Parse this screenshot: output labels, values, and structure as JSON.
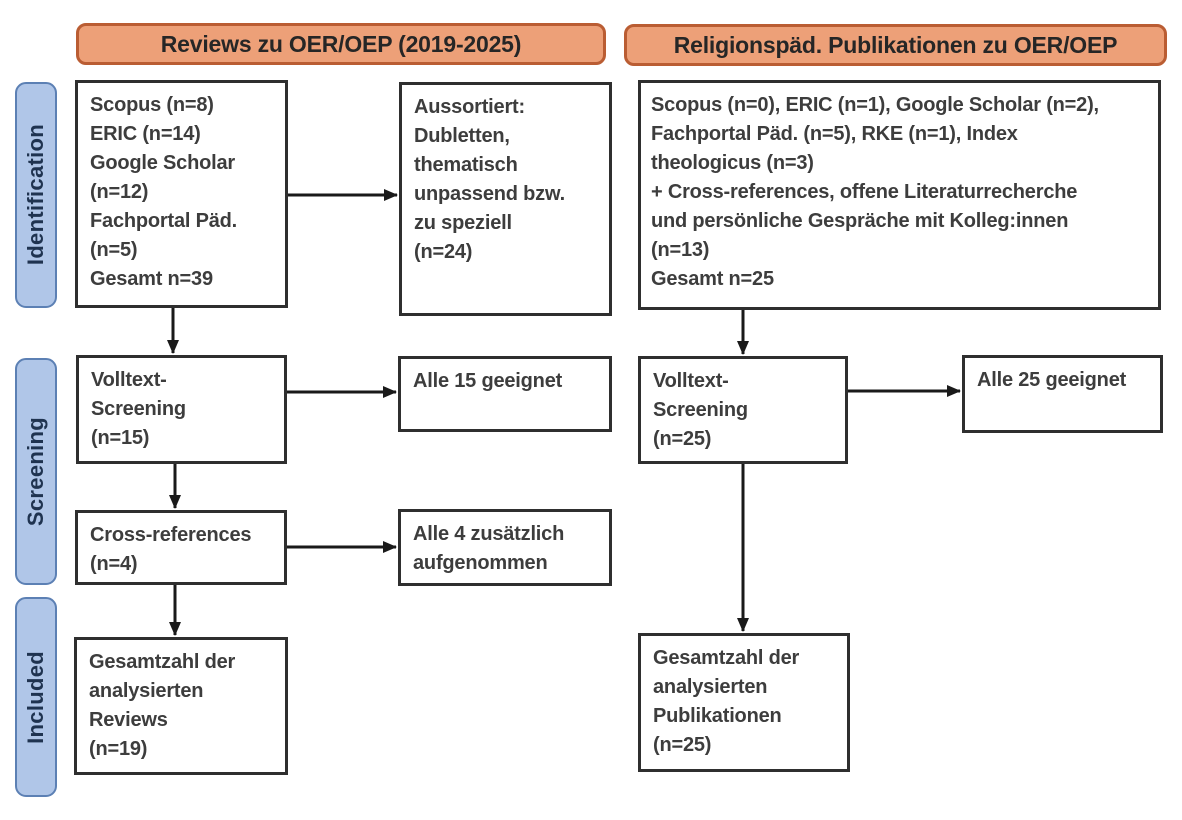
{
  "title": "PRISMA-style literature flow diagram",
  "palette": {
    "header_fill": "#EDA078",
    "header_border": "#BA5D33",
    "header_text": "#262626",
    "stage_fill": "#B0C6E8",
    "stage_border": "#5C80B4",
    "stage_text": "#1F3350",
    "box_border": "#2F2F2F",
    "box_text": "#3D3D3D",
    "arrow": "#1A1A1A",
    "background": "#FFFFFF"
  },
  "headers": {
    "left": "Reviews zu OER/OEP (2019-2025)",
    "right": "Religionspäd. Publikationen zu OER/OEP"
  },
  "stages": {
    "identification": "Identification",
    "screening": "Screening",
    "included": "Included"
  },
  "boxes": {
    "left_sources": [
      "Scopus (n=8)",
      "ERIC (n=14)",
      "Google Scholar",
      "(n=12)",
      "Fachportal Päd.",
      "(n=5)",
      "Gesamt n=39"
    ],
    "left_excluded": [
      "Aussortiert:",
      "Dubletten,",
      "thematisch",
      "unpassend bzw.",
      "zu speziell",
      "(n=24)"
    ],
    "left_fulltext": [
      "Volltext-",
      "Screening",
      "(n=15)"
    ],
    "left_fulltext_result": [
      "Alle 15 geeignet"
    ],
    "left_crossref": [
      "Cross-references",
      "(n=4)"
    ],
    "left_crossref_result": [
      "Alle 4 zusätzlich",
      "aufgenommen"
    ],
    "left_included": [
      "Gesamtzahl der",
      "analysierten",
      "Reviews",
      "(n=19)"
    ],
    "right_sources": [
      "Scopus (n=0), ERIC (n=1), Google Scholar (n=2),",
      "Fachportal Päd. (n=5), RKE (n=1), Index",
      "theologicus (n=3)",
      "+ Cross-references, offene Literaturrecherche",
      "und persönliche Gespräche mit Kolleg:innen",
      "(n=13)",
      "Gesamt n=25"
    ],
    "right_fulltext": [
      "Volltext-",
      "Screening",
      "(n=25)"
    ],
    "right_fulltext_result": [
      "Alle 25 geeignet"
    ],
    "right_included": [
      "Gesamtzahl der",
      "analysierten",
      "Publikationen",
      "(n=25)"
    ]
  }
}
